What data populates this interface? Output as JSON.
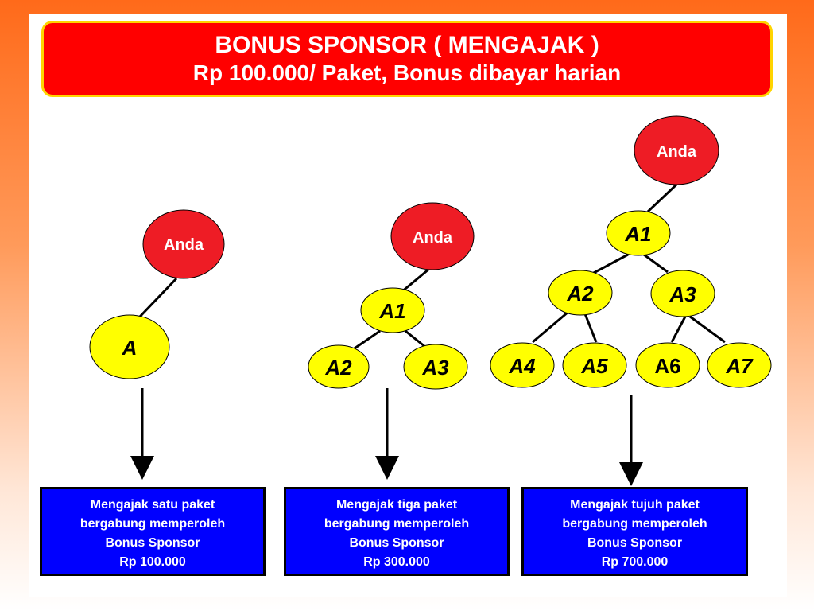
{
  "banner": {
    "title": "BONUS SPONSOR ( MENGAJAK )",
    "subtitle": "Rp 100.000/ Paket, Bonus dibayar harian"
  },
  "colors": {
    "banner_fill": "#ff0000",
    "banner_border": "#ffd400",
    "root_node": "#ee1c25",
    "child_node": "#ffff00",
    "box_fill": "#0000ff"
  },
  "trees": [
    {
      "root": "Anda",
      "nodes": [
        "A"
      ],
      "box": [
        "Mengajak satu paket",
        "bergabung memperoleh",
        "Bonus Sponsor",
        "Rp 100.000"
      ]
    },
    {
      "root": "Anda",
      "nodes": [
        "A1",
        "A2",
        "A3"
      ],
      "box": [
        "Mengajak tiga paket",
        "bergabung memperoleh",
        "Bonus Sponsor",
        "Rp 300.000"
      ]
    },
    {
      "root": "Anda",
      "nodes": [
        "A1",
        "A2",
        "A3",
        "A4",
        "A5",
        "A6",
        "A7"
      ],
      "box": [
        "Mengajak tujuh paket",
        "bergabung memperoleh",
        "Bonus Sponsor",
        "Rp 700.000"
      ]
    }
  ]
}
